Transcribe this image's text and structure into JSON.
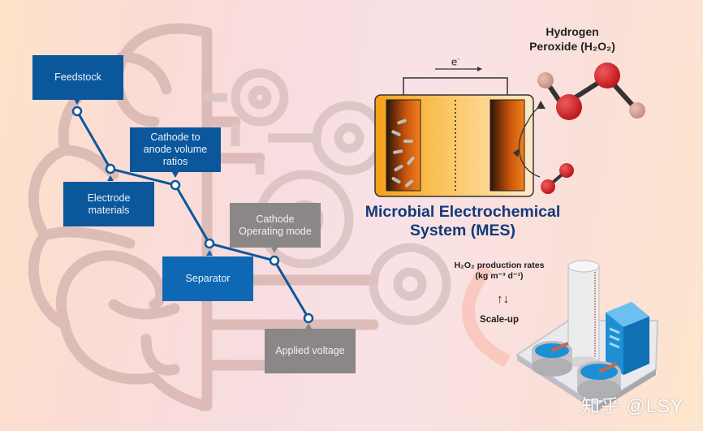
{
  "flowchart": {
    "nodes": [
      {
        "id": "feedstock",
        "label": "Feedstock",
        "color": "#0b579c"
      },
      {
        "id": "electrode",
        "label": "Electrode\nmaterials",
        "color": "#0b579c"
      },
      {
        "id": "ratio",
        "label": "Cathode to\nanode volume\nratios",
        "color": "#0b579c"
      },
      {
        "id": "separator",
        "label": "Separator",
        "color": "#0e68b4"
      },
      {
        "id": "operating",
        "label": "Cathode\nOperating mode",
        "color": "#8b8787"
      },
      {
        "id": "voltage",
        "label": "Applied voltage",
        "color": "#8b8787"
      }
    ],
    "line_color": "#0b579c"
  },
  "mes": {
    "title": "Microbial Electrochemical System (MES)",
    "electron_label": "e",
    "electron_sup": "-"
  },
  "molecule": {
    "label_line1": "Hydrogen",
    "label_line2": "Peroxide (H₂O₂)"
  },
  "scaleup": {
    "rate_line1": "H₂O₂ production rates",
    "rate_line2": "(kg m⁻³ d⁻¹)",
    "arrows": "↑↓",
    "label": "Scale-up"
  },
  "watermark": "知乎 @LSY",
  "colors": {
    "brain_outline": "#d8b4b0",
    "gear": "#dcc4c4",
    "oxygen": "#d02528",
    "hydrogen": "#d9a79a",
    "cell_orange": "#f6a21a",
    "tank_blue": "#1e8fd6"
  }
}
